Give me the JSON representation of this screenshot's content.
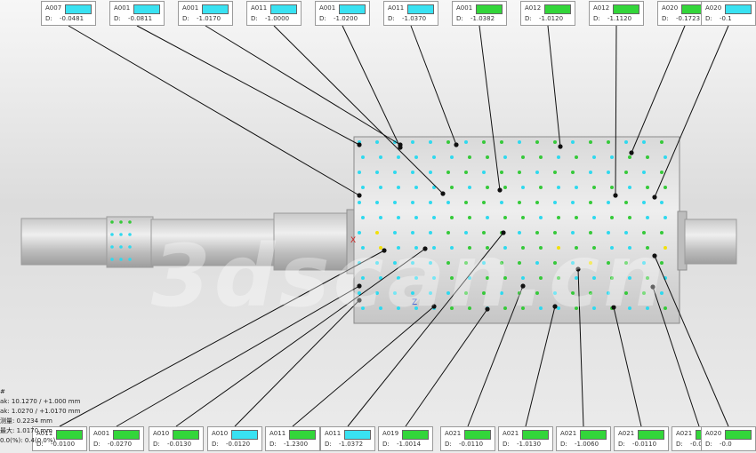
{
  "watermark": "3dscan.cn",
  "axis_labels": {
    "x": "X",
    "z": "Z"
  },
  "colors": {
    "cyan": "#2fd9ee",
    "green": "#36c93a",
    "yellow": "#f1e00c",
    "tag_green": "#33d63a",
    "tag_cyan": "#39e2f2"
  },
  "top_tags": [
    {
      "id": "A007",
      "label": "D:",
      "value": "-0.0481",
      "color": "cyan"
    },
    {
      "id": "A001",
      "label": "D:",
      "value": "-0.0811",
      "color": "cyan"
    },
    {
      "id": "A001",
      "label": "D:",
      "value": "-1.0170",
      "color": "cyan"
    },
    {
      "id": "A011",
      "label": "D:",
      "value": "-1.0000",
      "color": "cyan"
    },
    {
      "id": "A001",
      "label": "D:",
      "value": "-1.0200",
      "color": "cyan"
    },
    {
      "id": "A011",
      "label": "D:",
      "value": "-1.0370",
      "color": "cyan"
    },
    {
      "id": "A001",
      "label": "D:",
      "value": "-1.0382",
      "color": "green"
    },
    {
      "id": "A012",
      "label": "D:",
      "value": "-1.0120",
      "color": "green"
    },
    {
      "id": "A012",
      "label": "D:",
      "value": "-1.1120",
      "color": "green"
    },
    {
      "id": "A020",
      "label": "D:",
      "value": "-0.1723",
      "color": "green"
    },
    {
      "id": "A020",
      "label": "D:",
      "value": "-0.1",
      "color": "cyan"
    }
  ],
  "bottom_tags": [
    {
      "id": "A011",
      "label": "D:",
      "value": "-0.0100",
      "color": "green"
    },
    {
      "id": "A001",
      "label": "D:",
      "value": "-0.0270",
      "color": "green"
    },
    {
      "id": "A010",
      "label": "D:",
      "value": "-0.0130",
      "color": "green"
    },
    {
      "id": "A010",
      "label": "D:",
      "value": "-0.0120",
      "color": "cyan"
    },
    {
      "id": "A011",
      "label": "D:",
      "value": "-1.2300",
      "color": "green"
    },
    {
      "id": "A011",
      "label": "D:",
      "value": "-1.0372",
      "color": "cyan"
    },
    {
      "id": "A019",
      "label": "D:",
      "value": "-1.0014",
      "color": "green"
    },
    {
      "id": "A021",
      "label": "D:",
      "value": "-0.0110",
      "color": "green"
    },
    {
      "id": "A021",
      "label": "D:",
      "value": "-1.0130",
      "color": "green"
    },
    {
      "id": "A021",
      "label": "D:",
      "value": "-1.0060",
      "color": "green"
    },
    {
      "id": "A021",
      "label": "D:",
      "value": "-0.0110",
      "color": "green"
    },
    {
      "id": "A021",
      "label": "D:",
      "value": "-0.0303",
      "color": "green"
    },
    {
      "id": "A020",
      "label": "D:",
      "value": "-0.0",
      "color": "green"
    }
  ],
  "info_lines": [
    "#",
    "ak: 10.1270 / +1.000 mm",
    "ak: 1.0270 / +1.0170 mm",
    "测量: 0.2234 mm",
    "最大: 1.0170 mm",
    "0.0(%): 0.4(0.0%)"
  ]
}
